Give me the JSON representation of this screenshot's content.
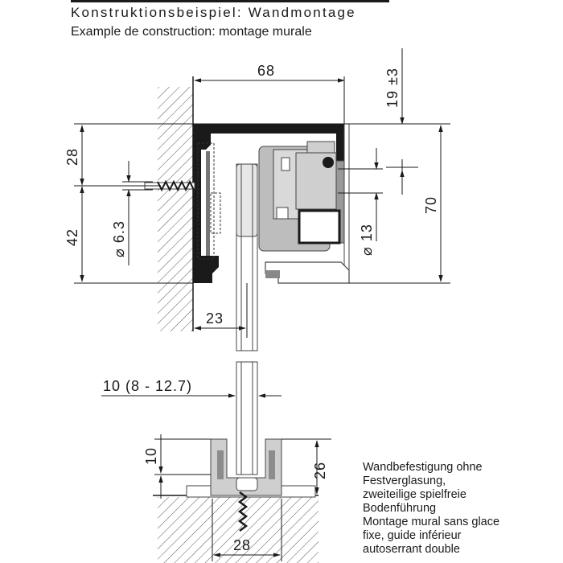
{
  "title": {
    "de": "Konstruktionsbeispiel: Wandmontage",
    "fr": "Example de construction: montage murale"
  },
  "dimensions": {
    "top_width": "68",
    "adjust": "19 ±3",
    "height_upper": "28",
    "height_lower": "42",
    "height_total": "70",
    "screw_dia": "⌀ 6.3",
    "roller_dia": "⌀ 13",
    "wall_offset": "23",
    "glass_thickness": "10 (8 - 12.7)",
    "guide_depth": "10",
    "guide_height": "26",
    "guide_width": "28"
  },
  "note": [
    "Wandbefestigung ohne",
    "Festverglasung,",
    "zweiteilige spielfreie",
    "Bodenführung",
    "Montage mural sans glace",
    "fixe, guide inférieur",
    "autoserrant double"
  ]
}
